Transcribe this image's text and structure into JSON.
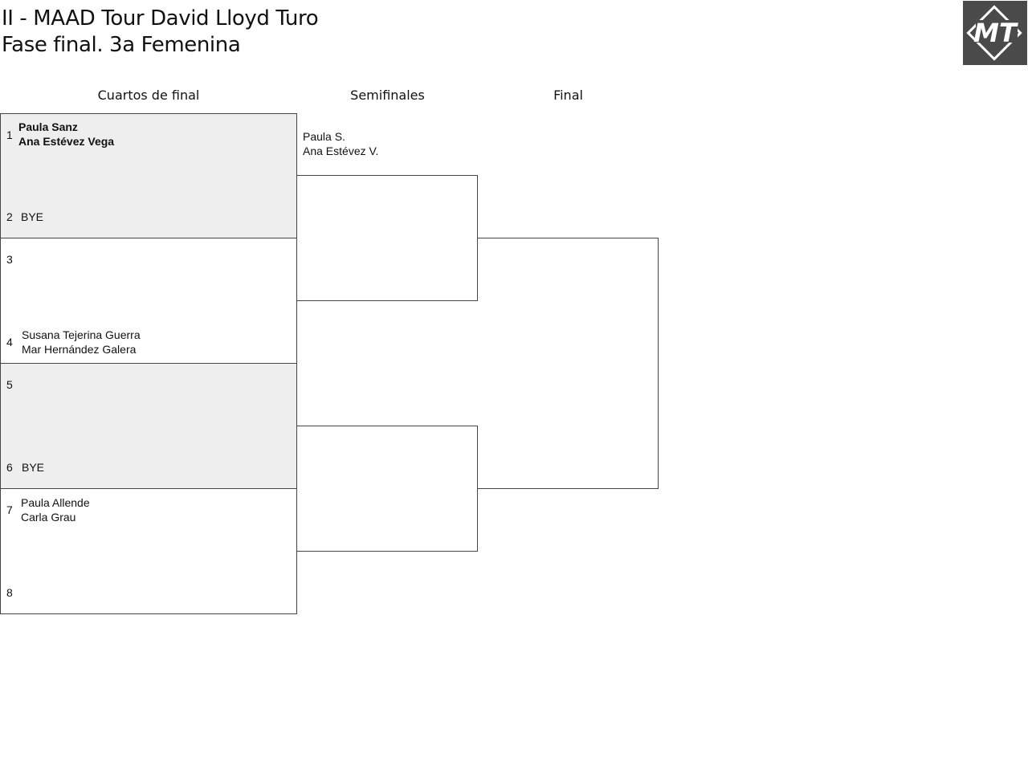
{
  "header": {
    "title_line1": "II - MAAD Tour David Lloyd Turo",
    "title_line2": "Fase final. 3a Femenina",
    "logo_text": "MT"
  },
  "rounds": {
    "quarterfinals": "Cuartos de final",
    "semifinals": "Semifinales",
    "final": "Final"
  },
  "quarterfinals": [
    {
      "top": {
        "seed": "1",
        "players": [
          "Paula Sanz",
          "Ana Estévez Vega"
        ],
        "winner": true
      },
      "bottom": {
        "seed": "2",
        "players": [
          "BYE"
        ]
      }
    },
    {
      "top": {
        "seed": "3",
        "players": []
      },
      "bottom": {
        "seed": "4",
        "players": [
          "Susana Tejerina Guerra",
          "Mar Hernández Galera"
        ]
      }
    },
    {
      "top": {
        "seed": "5",
        "players": []
      },
      "bottom": {
        "seed": "6",
        "players": [
          "BYE"
        ]
      }
    },
    {
      "top": {
        "seed": "7",
        "players": [
          "Paula Allende",
          "Carla Grau"
        ]
      },
      "bottom": {
        "seed": "8",
        "players": []
      }
    }
  ],
  "semifinals": [
    {
      "players": [
        "Paula S.",
        "Ana Estévez V."
      ]
    },
    {
      "players": []
    }
  ],
  "colors": {
    "shaded_match": "#eeeeee",
    "border": "#444444",
    "logo_background": "#4a4a4a"
  }
}
